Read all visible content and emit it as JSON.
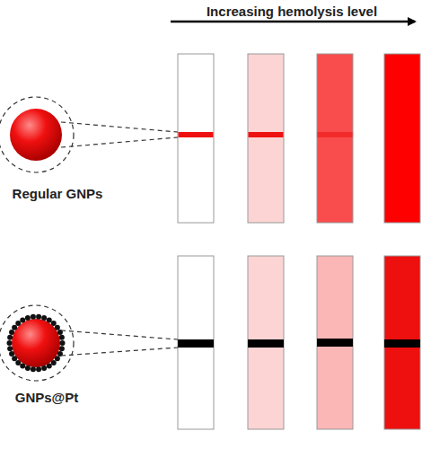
{
  "diagram": {
    "labels": [
      "Increasing hemolysis level",
      "Regular GNPs",
      "GNPs@Pt"
    ]
  }
}
